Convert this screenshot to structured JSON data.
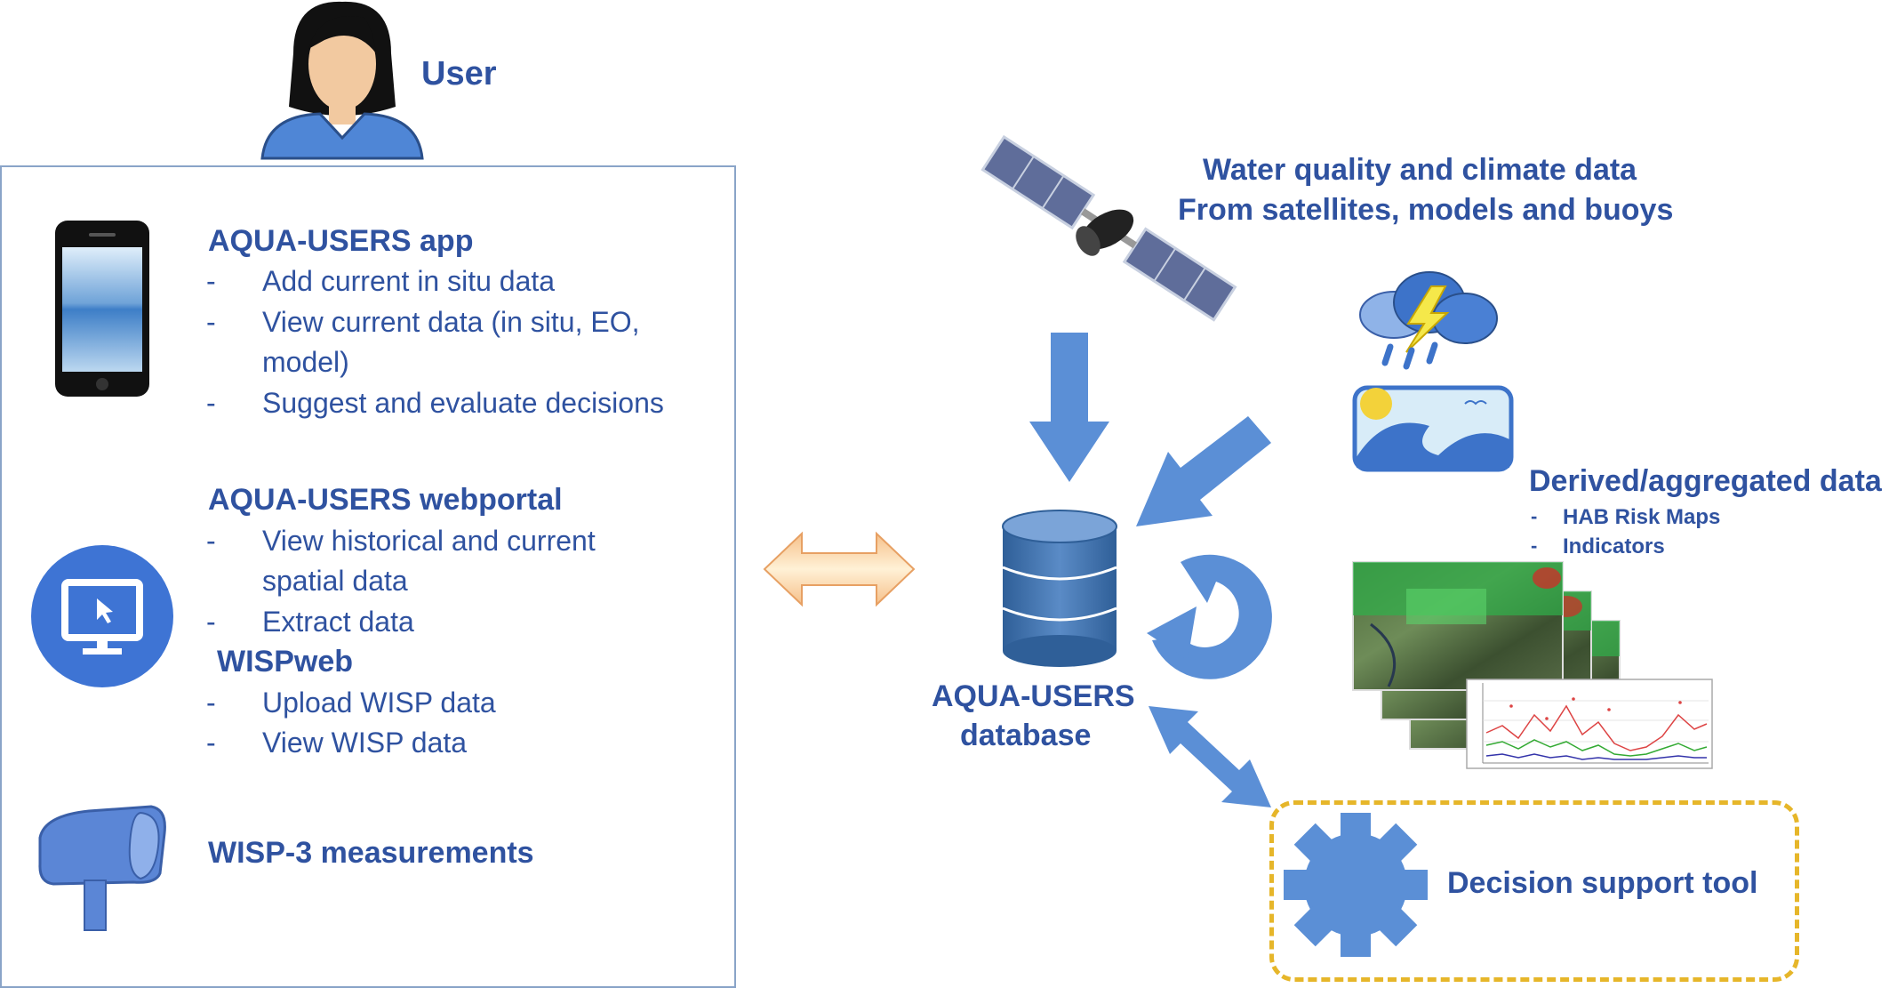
{
  "user": {
    "label": "User"
  },
  "panel": {
    "app": {
      "title": "AQUA-USERS app",
      "items": [
        "Add current in situ data",
        "View current data (in situ, EO,",
        "model)",
        "Suggest and evaluate decisions"
      ]
    },
    "webportal": {
      "title": "AQUA-USERS webportal",
      "items": [
        "View historical and current",
        "spatial data",
        "Extract data"
      ]
    },
    "wispweb": {
      "title": "WISPweb",
      "items": [
        "Upload WISP data",
        "View WISP data"
      ]
    },
    "wisp3": {
      "title": "WISP-3 measurements"
    }
  },
  "sources": {
    "line1": "Water quality and climate data",
    "line2": "From satellites, models and buoys"
  },
  "database": {
    "line1": "AQUA-USERS",
    "line2": "database"
  },
  "derived": {
    "title": "Derived/aggregated data",
    "items": [
      "HAB Risk Maps",
      "Indicators"
    ]
  },
  "decision": {
    "label": "Decision support tool"
  },
  "icons": [
    "user-avatar-icon",
    "smartphone-icon",
    "monitor-icon",
    "wisp3-sensor-icon",
    "satellite-icon",
    "weather-icon",
    "database-icon",
    "cycle-arrow-icon",
    "gear-icon",
    "map-stack-icon",
    "timeseries-chart-icon"
  ],
  "colors": {
    "text": "#2f52a0",
    "arrow": "#5b8fd6",
    "border": "#8aa4c8",
    "dashed": "#e6b62a"
  }
}
